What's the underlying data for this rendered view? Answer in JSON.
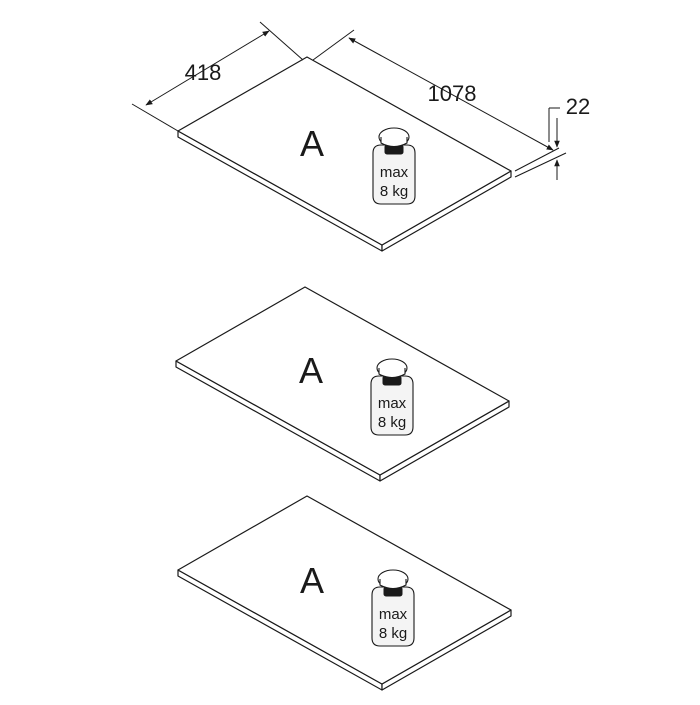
{
  "dimensions": {
    "depth": "418",
    "width": "1078",
    "thickness": "22"
  },
  "shelves": [
    {
      "label": "A",
      "weight_line1": "max",
      "weight_line2": "8 kg"
    },
    {
      "label": "A",
      "weight_line1": "max",
      "weight_line2": "8 kg"
    },
    {
      "label": "A",
      "weight_line1": "max",
      "weight_line2": "8 kg"
    }
  ]
}
